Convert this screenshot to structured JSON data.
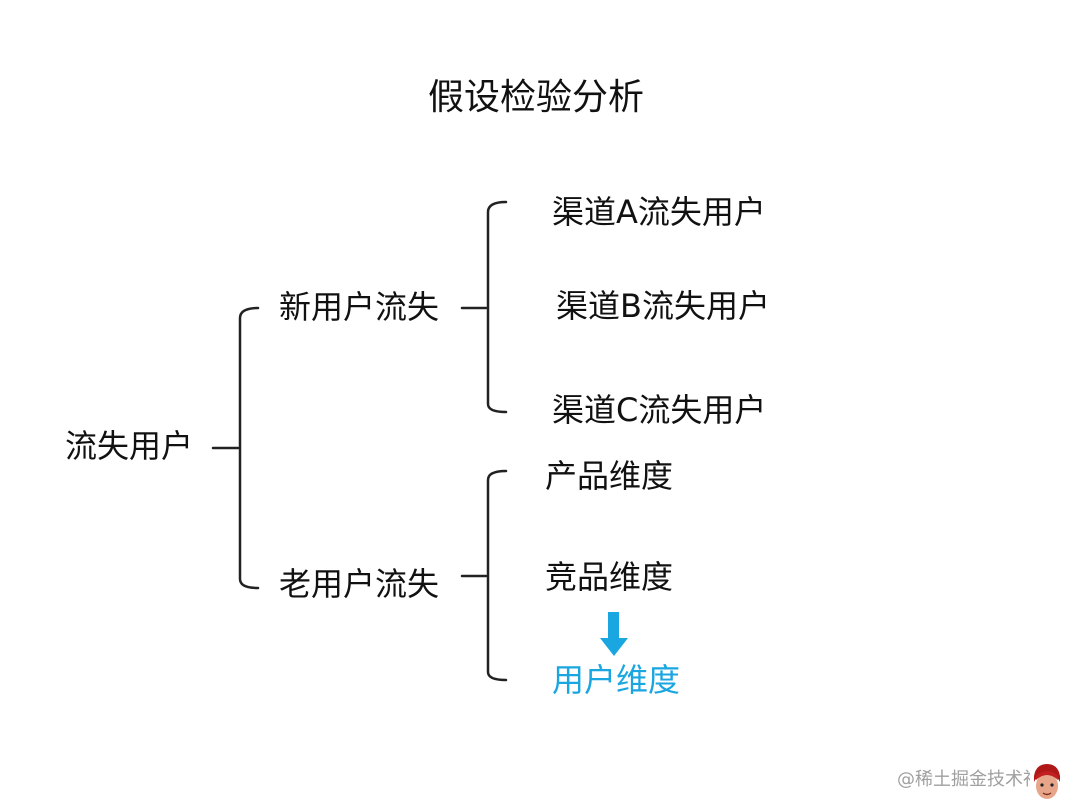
{
  "diagram": {
    "title": "假设检验分析",
    "root": "流失用户",
    "branches": [
      {
        "label": "新用户流失",
        "children": [
          "渠道A流失用户",
          "渠道B流失用户",
          "渠道C流失用户"
        ]
      },
      {
        "label": "老用户流失",
        "children": [
          "产品维度",
          "竞品维度",
          "用户维度"
        ]
      }
    ],
    "highlight_color": "#1AA6E0"
  },
  "watermark": {
    "text": "@稀土掘金技术社区"
  }
}
